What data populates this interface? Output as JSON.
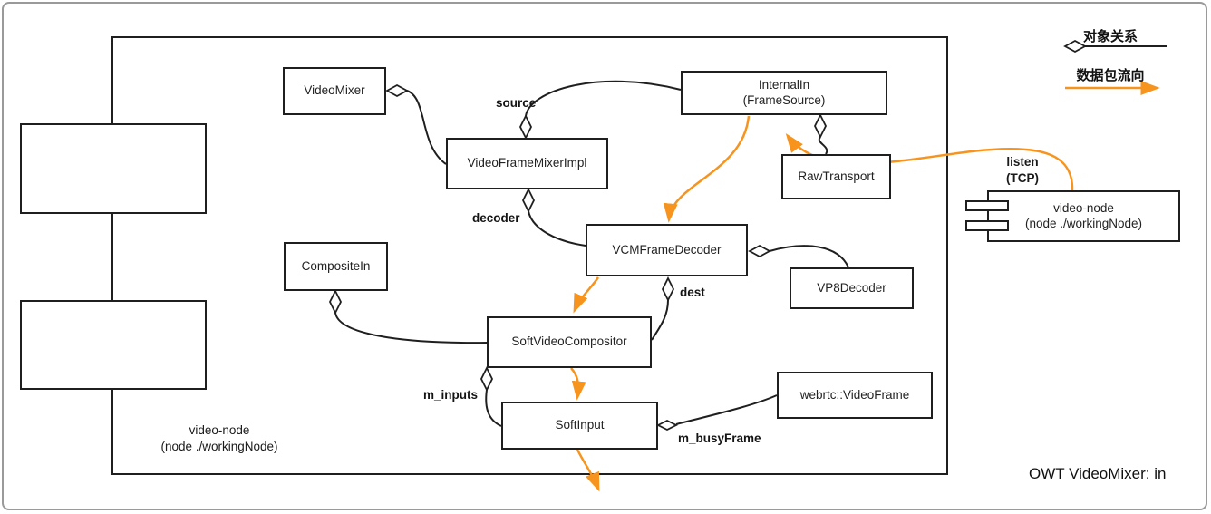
{
  "title": "OWT VideoMixer: in",
  "legend": {
    "object_relation": "对象关系",
    "data_flow": "数据包流向"
  },
  "container": {
    "label_line1": "video-node",
    "label_line2": "(node ./workingNode)"
  },
  "nodes": {
    "video_mixer": "VideoMixer",
    "internal_in_line1": "InternalIn",
    "internal_in_line2": "(FrameSource)",
    "raw_transport": "RawTransport",
    "video_frame_mixer_impl": "VideoFrameMixerImpl",
    "vcm_frame_decoder": "VCMFrameDecoder",
    "vp8_decoder": "VP8Decoder",
    "composite_in": "CompositeIn",
    "soft_video_compositor": "SoftVideoCompositor",
    "soft_input": "SoftInput",
    "webrtc_video_frame": "webrtc::VideoFrame",
    "video_node_line1": "video-node",
    "video_node_line2": "(node ./workingNode)"
  },
  "edges": {
    "source": "source",
    "decoder": "decoder",
    "dest": "dest",
    "m_inputs": "m_inputs",
    "m_busy_frame": "m_busyFrame",
    "listen_line1": "listen",
    "listen_line2": "(TCP)"
  },
  "colors": {
    "flow_orange": "#F7941D",
    "line_black": "#1F1F1F"
  }
}
